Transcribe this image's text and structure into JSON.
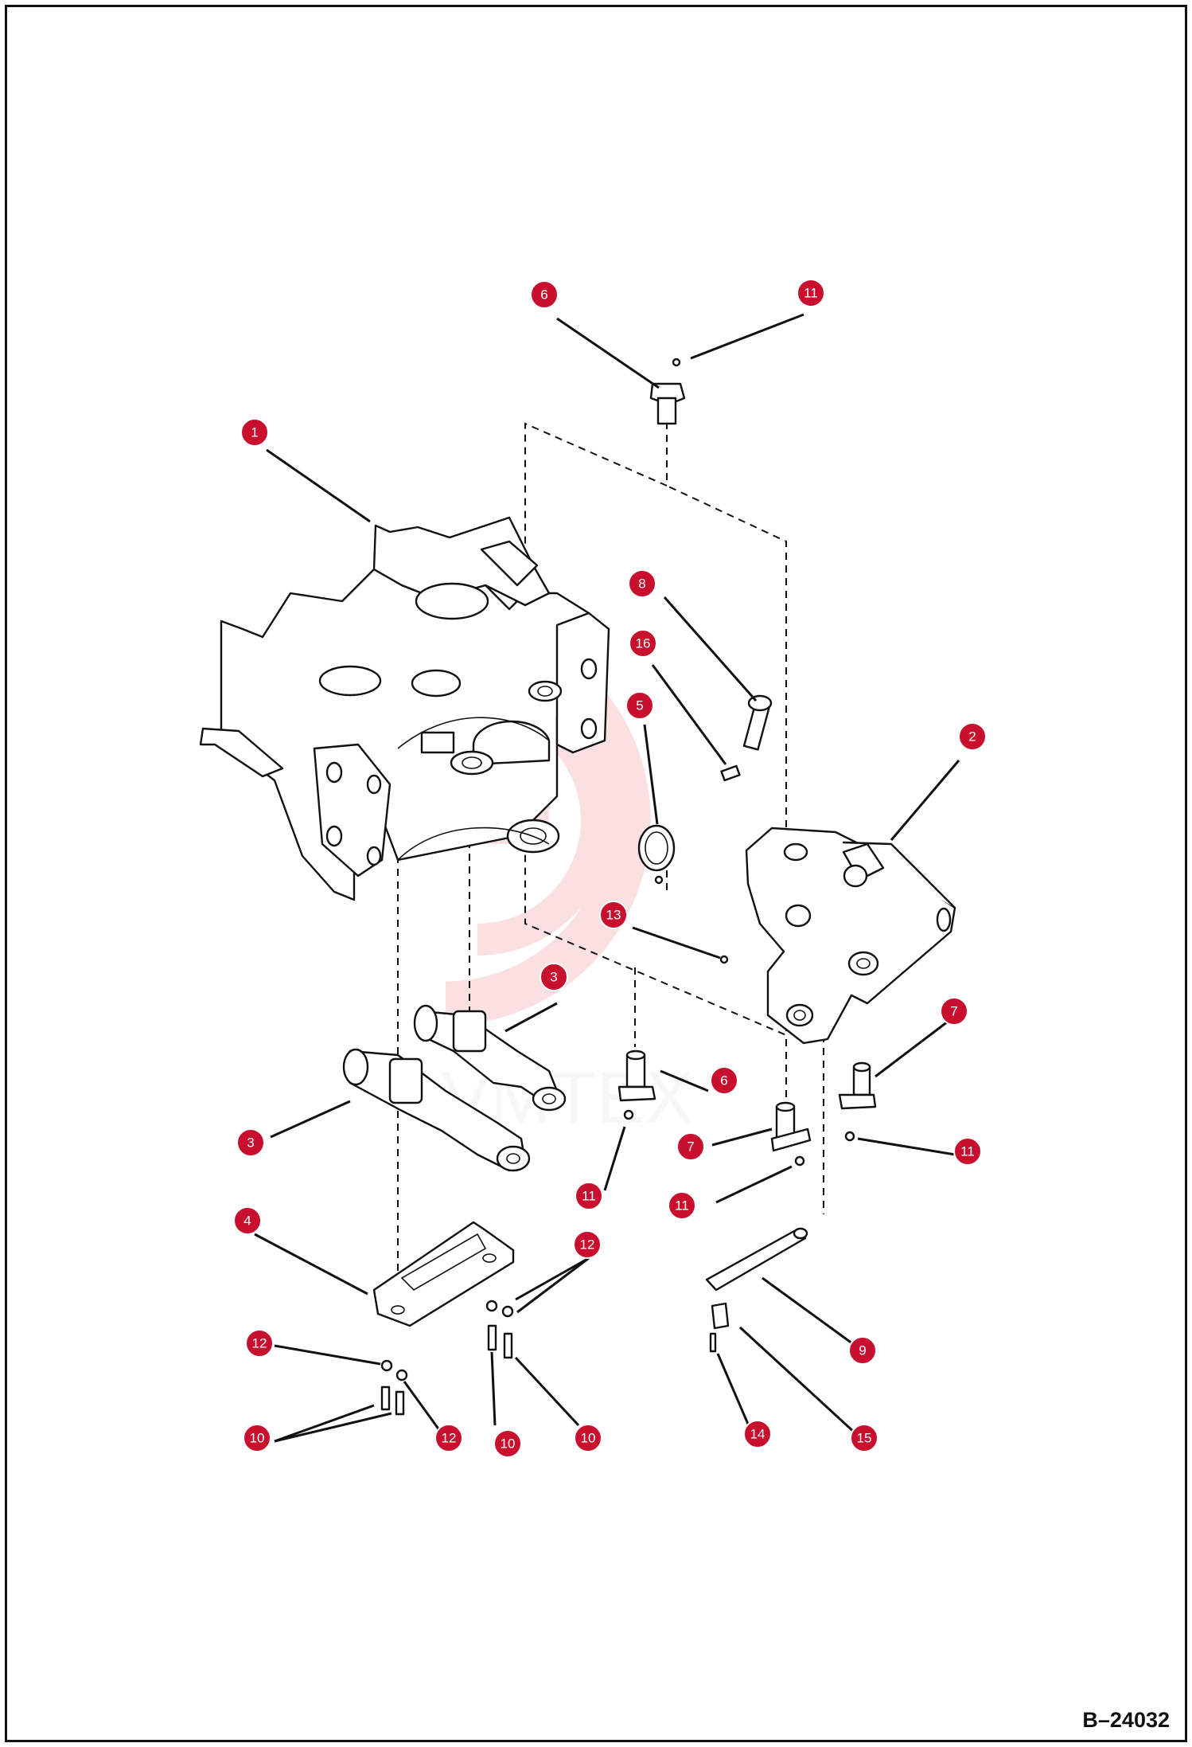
{
  "figure_number": "B–24032",
  "watermark_text": "VMTEX",
  "callout_color": "#c8102e",
  "callouts": [
    "6",
    "11",
    "1",
    "8",
    "16",
    "5",
    "2",
    "13",
    "3",
    "3",
    "6",
    "7",
    "3",
    "11",
    "7",
    "11",
    "11",
    "4",
    "12",
    "9",
    "12",
    "15",
    "14",
    "12",
    "10",
    "10",
    "10"
  ]
}
